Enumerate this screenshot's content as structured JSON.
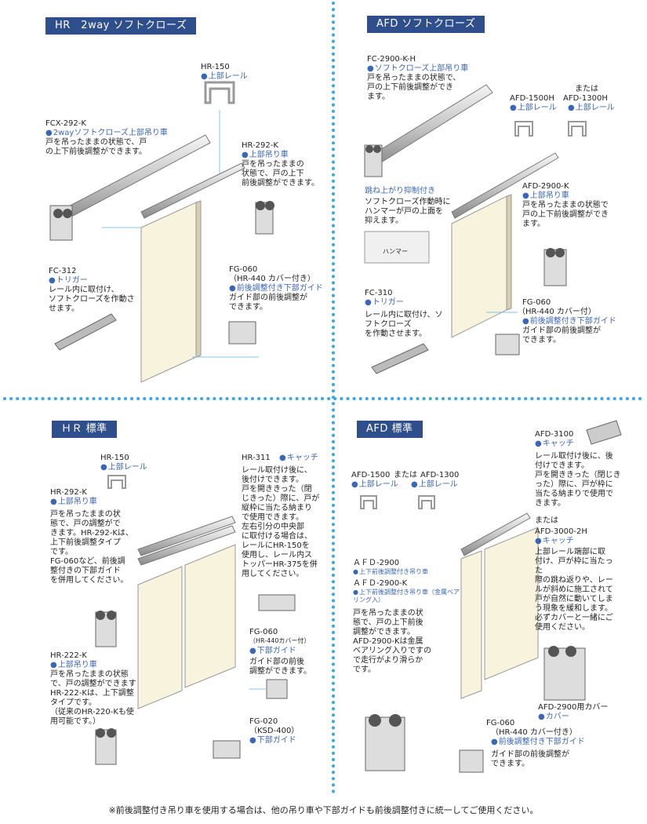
{
  "footnote": "※前後調整付き吊り車を使用する場合は、他の吊り車や下部ガイドも前後調整付きに統一してご使用ください。",
  "colors": {
    "header_bg": "#2f4f8c",
    "accent_blue": "#3a66b8",
    "divider": "#3aa7e6",
    "door": "#f8f3dc"
  },
  "q1": {
    "title": "HR　2way ソフトクローズ",
    "rail": {
      "code": "HR-150",
      "part": "上部レール"
    },
    "hanger_sc": {
      "code": "FCX-292-K",
      "part": "2wayソフトクローズ上部吊り車",
      "desc": "戸を吊ったままの状態で、戸\nの上下前後調整ができます。"
    },
    "hanger": {
      "code": "HR-292-K",
      "part": "上部吊り車",
      "desc": "戸を吊ったままの\n状態で、戸の上下\n前後調整ができます。"
    },
    "trigger": {
      "code": "FC-312",
      "part": "トリガー",
      "desc": "レール内に取付け、\nソフトクローズを作動さ\nせます。"
    },
    "guide": {
      "code": "FG-060",
      "sub": "（HR-440 カバー付き）",
      "part": "前後調整付き下部ガイド",
      "desc": "ガイド部の前後調整が\nできます。"
    }
  },
  "q2": {
    "title": "AFD ソフトクローズ",
    "hanger_sc": {
      "code": "FC-2900-K-H",
      "part": "ソフトクローズ上部吊り車",
      "desc": "戸を吊ったままの状態で、\n戸の上下前後調整ができ\nます。"
    },
    "rail_a": {
      "code": "AFD-1500H",
      "part": "上部レール"
    },
    "rail_b": {
      "or": "または",
      "code": "AFD-1300H",
      "part": "上部レール"
    },
    "jump": {
      "title": "跳ね上がり抑制付き",
      "desc": "ソフトクローズ作動時に\nハンマーが戸の上面を\n抑えます。",
      "hammer_label": "ハンマー"
    },
    "hanger": {
      "code": "AFD-2900-K",
      "part": "上部吊り車",
      "desc": "戸を吊ったままの状態で\n戸の上下前後調整ができ\nます。"
    },
    "trigger": {
      "code": "FC-310",
      "part": "トリガー",
      "desc": "レール内に取付け、ソ\nフトクローズ\nを作動させます。"
    },
    "guide": {
      "code": "FG-060",
      "sub": "（HR-440 カバー付）",
      "part": "前後調整付き下部ガイド",
      "desc": "ガイド部の前後調整が\nできます。"
    }
  },
  "q3": {
    "title": "ＨＲ 標準",
    "rail": {
      "code": "HR-150",
      "part": "上部レール"
    },
    "catch": {
      "code": "HR-311",
      "part": "キャッチ",
      "desc": "レール取付け後に、\n後付けできます。\n戸を開ききった（閉\nじきった）際に、戸が\n縦枠に当たる納まり\nで使用できます。\n左右引分の中央部\nに取付ける場合は、\nレールにHR-150を\n使用し、レール内ス\nトッパーHR-375を併\n用してください。"
    },
    "hanger_a": {
      "code": "HR-292-K",
      "part": "上部吊り車",
      "desc": "戸を吊ったままの状\n態で、戸の調整がで\nきます。HR-292-Kは、\n上下前後調整タイプ\nです。\nFG-060など、前後調\n整付きの下部ガイド\nを併用してください。"
    },
    "hanger_b": {
      "code": "HR-222-K",
      "part": "上部吊り車",
      "desc": "戸を吊ったままの状態\nで、戸の調整ができます\nHR-222-Kは、上下調整\nタイプです。\n（従来のHR-220-Kも使\n用可能です。）"
    },
    "guide_a": {
      "code": "FG-060",
      "sub": "（HR-440カバー付）",
      "part": "下部ガイド",
      "desc": "ガイド部の前後\n調整ができます。"
    },
    "guide_b": {
      "code": "FG-020",
      "sub": "（KSD-400）",
      "part": "下部ガイド"
    }
  },
  "q4": {
    "title": "AFD 標準",
    "rail": {
      "code": "AFD-1500",
      "or": "または",
      "code2": "AFD-1300",
      "part": "上部レール",
      "part2": "上部レール"
    },
    "catch_a": {
      "code": "AFD-3100",
      "part": "キャッチ",
      "desc": "レール取付け後に、後\n付けできます。\n戸を開ききった（閉じき\nった）際に、戸が枠に\n当たる納まりで使用で\nきます。"
    },
    "catch_b": {
      "or": "または",
      "code": "AFD-3000-2H",
      "part": "キャッチ",
      "desc": "上部レール端部に取\n付け、戸が枠に当たっ\nた\n際の跳ね返りや、レー\nルが斜めに施工されて\n戸が自然に動いてしま\nう現象を緩和します。\n必ずカバーと一緒にご\n使用ください。"
    },
    "hanger": {
      "code": "ＡＦＤ-2900",
      "part": "上下前後調整付き吊り車",
      "code2": "ＡＦＤ-2900-K",
      "part2": "上下前後調整付き吊り車（金属ベアリング入）",
      "desc": "戸を吊ったままの状\n態で、戸の上下前後\n調整ができます。\nAFD-2900-Kは金属\nベアリング入りですの\nで走行がより滑らか\nです。"
    },
    "cover": {
      "code": "AFD-2900用カバー",
      "part": "カバー"
    },
    "guide": {
      "code": "FG-060",
      "sub": "（HR-440 カバー付き）",
      "part": "前後調整付き下部ガイド",
      "desc": "ガイド部の前後調整が\nできます。"
    }
  }
}
